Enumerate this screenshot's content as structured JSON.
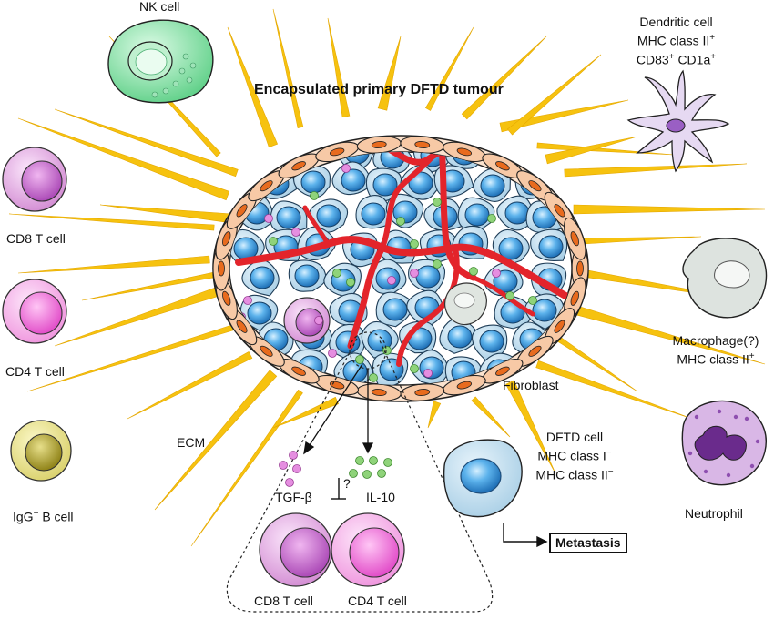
{
  "title": "Encapsulated primary DFTD tumour",
  "labels": {
    "nk_cell": "NK cell",
    "dendritic_1": "Dendritic cell",
    "dendritic_2": "MHC class II",
    "dendritic_3a": "CD83",
    "dendritic_3b": "CD1a",
    "cd8_outer": "CD8 T cell",
    "cd4_outer": "CD4 T cell",
    "b_cell_a": "IgG",
    "b_cell_b": "B cell",
    "macrophage_1": "Macrophage(?)",
    "macrophage_2": "MHC class II",
    "neutrophil": "Neutrophil",
    "fibroblast": "Fibroblast",
    "ecm": "ECM",
    "dftd_1": "DFTD cell",
    "dftd_2": "MHC class I",
    "dftd_3": "MHC class II",
    "metastasis": "Metastasis",
    "tgf": "TGF-β",
    "il10": "IL-10",
    "question": "?",
    "cd8_inner": "CD8 T cell",
    "cd4_inner": "CD4 T cell"
  },
  "superscripts": {
    "plus": "+",
    "minus": "−"
  },
  "colors": {
    "tumour_cell_body": "#b9d9ee",
    "tumour_nucleus": "#2f8fd6",
    "blood_vessel": "#e3242b",
    "capsule": "#f7c9a6",
    "ecm_fibre": "#f6c20f",
    "nk_cell": "#7ddca0",
    "cd8": "#e29bdc",
    "cd4": "#f18de0",
    "b_cell": "#a79a1e",
    "dendritic": "#d9c9ea",
    "macrophage": "#dde3df",
    "neutrophil": "#7a3a9c",
    "tgf_dot": "#e58ee0",
    "il10_dot": "#8fd37a"
  }
}
